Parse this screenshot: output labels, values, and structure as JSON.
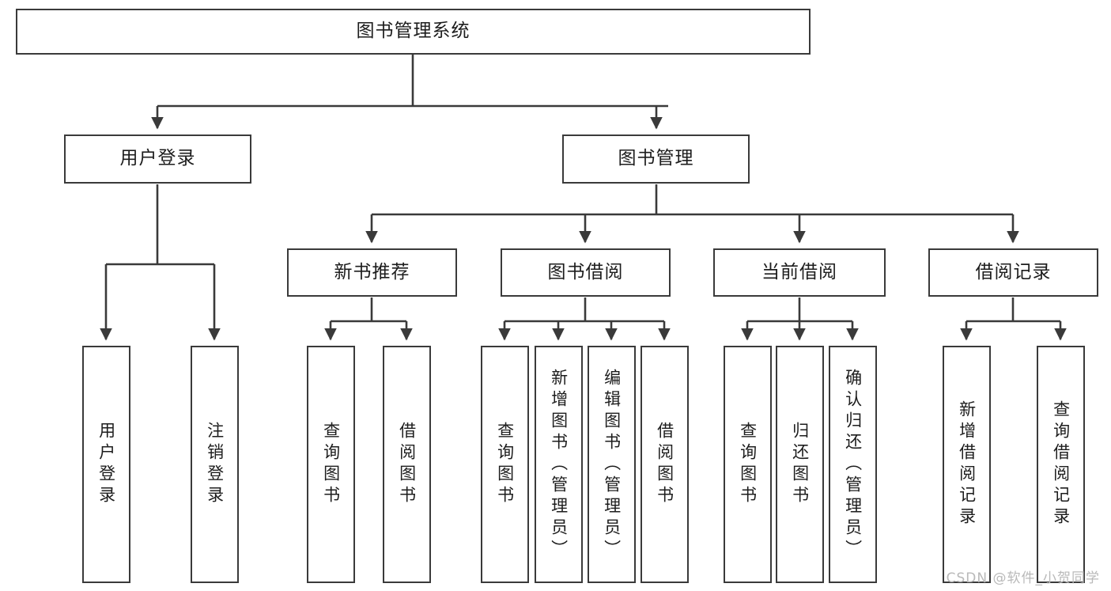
{
  "diagram": {
    "type": "tree-hierarchy",
    "title": "图书管理系统",
    "watermark": "CSDN @软件_小贺同学",
    "style": {
      "box_border_color": "#3a3a3a",
      "box_fill_color": "#ffffff",
      "line_color": "#3a3a3a",
      "text_color": "#1d1d1d",
      "watermark_color": "#b9b9b9",
      "background": "#ffffff"
    },
    "root": {
      "label": "图书管理系统"
    },
    "level2": [
      {
        "id": "user-login",
        "label": "用户登录"
      },
      {
        "id": "book-manage",
        "label": "图书管理"
      }
    ],
    "level3": [
      {
        "id": "new-book-rec",
        "label": "新书推荐"
      },
      {
        "id": "book-borrow",
        "label": "图书借阅"
      },
      {
        "id": "current-borrow",
        "label": "当前借阅"
      },
      {
        "id": "borrow-record",
        "label": "借阅记录"
      }
    ],
    "leaves": {
      "user-login": [
        {
          "id": "leaf-user-login",
          "label": "用户登录"
        },
        {
          "id": "leaf-logout",
          "label": "注销登录"
        }
      ],
      "new-book-rec": [
        {
          "id": "leaf-query-book-1",
          "label": "查询图书"
        },
        {
          "id": "leaf-borrow-book-1",
          "label": "借阅图书"
        }
      ],
      "book-borrow": [
        {
          "id": "leaf-query-book-2",
          "label": "查询图书"
        },
        {
          "id": "leaf-add-book",
          "label": "新增图书（管理员）"
        },
        {
          "id": "leaf-edit-book",
          "label": "编辑图书（管理员）"
        },
        {
          "id": "leaf-borrow-book-2",
          "label": "借阅图书"
        }
      ],
      "current-borrow": [
        {
          "id": "leaf-query-book-3",
          "label": "查询图书"
        },
        {
          "id": "leaf-return-book",
          "label": "归还图书"
        },
        {
          "id": "leaf-confirm-return",
          "label": "确认归还（管理员）"
        }
      ],
      "borrow-record": [
        {
          "id": "leaf-add-record",
          "label": "新增借阅记录"
        },
        {
          "id": "leaf-query-record",
          "label": "查询借阅记录"
        }
      ]
    }
  }
}
